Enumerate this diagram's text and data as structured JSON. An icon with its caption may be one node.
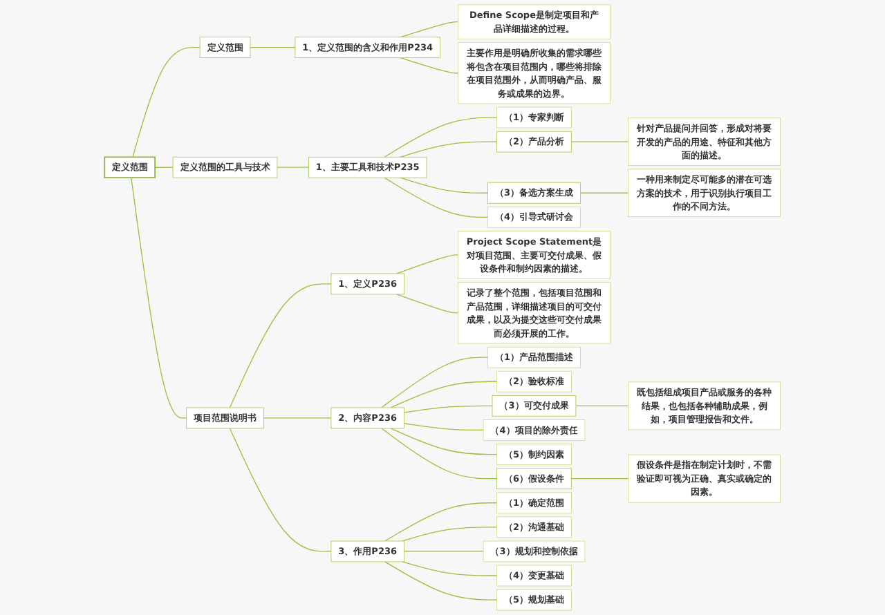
{
  "diagram": {
    "nodes": [
      {
        "text": [
          "定义范围"
        ]
      },
      {
        "text": [
          "定义范围"
        ]
      },
      {
        "text": [
          "1、定义范围的含义和作用P234"
        ]
      },
      {
        "text": [
          "Define Scope是制定项目和产品详细描述的过程。"
        ]
      },
      {
        "text": [
          "主要作用是明确所收集的需求哪些将包含在项目范围内，哪些将排除在项目范围外，从而明确产品、服务或成果的边界。"
        ]
      },
      {
        "text": [
          "定义范围的工具与技术"
        ]
      },
      {
        "text": [
          "1、主要工具和技术P235"
        ]
      },
      {
        "text": [
          "（1）专家判断"
        ]
      },
      {
        "text": [
          "（2）产品分析"
        ]
      },
      {
        "text": [
          "针对产品提问并回答，形成对将要开发的产品的用途、特征和其他方面的描述。"
        ]
      },
      {
        "text": [
          "（3）备选方案生成"
        ]
      },
      {
        "text": [
          "一种用来制定尽可能多的潜在可选方案的技术，用于识别执行项目工作的不同方法。"
        ]
      },
      {
        "text": [
          "（4）引导式研讨会"
        ]
      },
      {
        "text": [
          "项目范围说明书"
        ]
      },
      {
        "text": [
          "1、定义P236"
        ]
      },
      {
        "text": [
          "Project Scope Statement是对项目范围、主要可交付成果、假设条件和制约因素的描述。"
        ]
      },
      {
        "text": [
          "记录了整个范围，包括项目范围和产品范围，详细描述项目的可交付成果，以及为提交这些可交付成果而必须开展的工作。"
        ]
      },
      {
        "text": [
          "2、内容P236"
        ]
      },
      {
        "text": [
          "（1）产品范围描述"
        ]
      },
      {
        "text": [
          "（2）验收标准"
        ]
      },
      {
        "text": [
          "（3）可交付成果"
        ]
      },
      {
        "text": [
          "既包括组成项目产品或服务的各种结果，也包括各种辅助成果，例如，项目管理报告和文件。"
        ]
      },
      {
        "text": [
          "（4）项目的除外责任"
        ]
      },
      {
        "text": [
          "（5）制约因素"
        ]
      },
      {
        "text": [
          "（6）假设条件"
        ]
      },
      {
        "text": [
          "假设条件是指在制定计划时，不需验证即可视为正确、真实或确定的因素。"
        ]
      },
      {
        "text": [
          "3、作用P236"
        ]
      },
      {
        "text": [
          "（1）确定范围"
        ]
      },
      {
        "text": [
          "（2）沟通基础"
        ]
      },
      {
        "text": [
          "（3）规划和控制依据"
        ]
      },
      {
        "text": [
          "（4）变更基础"
        ]
      },
      {
        "text": [
          "（5）规划基础"
        ]
      }
    ],
    "edges": [
      {
        "from": 0,
        "to": 1,
        "arrow": "none"
      },
      {
        "from": 1,
        "to": 2,
        "arrow": "none"
      },
      {
        "from": 2,
        "to": 3,
        "arrow": "none"
      },
      {
        "from": 2,
        "to": 4,
        "arrow": "none"
      },
      {
        "from": 0,
        "to": 5,
        "arrow": "none"
      },
      {
        "from": 5,
        "to": 6,
        "arrow": "none"
      },
      {
        "from": 6,
        "to": 7,
        "arrow": "none"
      },
      {
        "from": 6,
        "to": 8,
        "arrow": "none"
      },
      {
        "from": 8,
        "to": 9,
        "arrow": "none"
      },
      {
        "from": 6,
        "to": 10,
        "arrow": "none"
      },
      {
        "from": 10,
        "to": 11,
        "arrow": "none"
      },
      {
        "from": 6,
        "to": 12,
        "arrow": "none"
      },
      {
        "from": 0,
        "to": 13,
        "arrow": "none"
      },
      {
        "from": 13,
        "to": 14,
        "arrow": "none"
      },
      {
        "from": 14,
        "to": 15,
        "arrow": "none"
      },
      {
        "from": 14,
        "to": 16,
        "arrow": "none"
      },
      {
        "from": 13,
        "to": 17,
        "arrow": "none"
      },
      {
        "from": 17,
        "to": 18,
        "arrow": "none"
      },
      {
        "from": 17,
        "to": 19,
        "arrow": "none"
      },
      {
        "from": 17,
        "to": 20,
        "arrow": "none"
      },
      {
        "from": 20,
        "to": 21,
        "arrow": "none"
      },
      {
        "from": 17,
        "to": 22,
        "arrow": "none"
      },
      {
        "from": 17,
        "to": 23,
        "arrow": "none"
      },
      {
        "from": 17,
        "to": 24,
        "arrow": "none"
      },
      {
        "from": 24,
        "to": 25,
        "arrow": "none"
      },
      {
        "from": 13,
        "to": 26,
        "arrow": "none"
      },
      {
        "from": 26,
        "to": 27,
        "arrow": "none"
      },
      {
        "from": 26,
        "to": 28,
        "arrow": "none"
      },
      {
        "from": 26,
        "to": 29,
        "arrow": "none"
      },
      {
        "from": 26,
        "to": 30,
        "arrow": "none"
      },
      {
        "from": 26,
        "to": 31,
        "arrow": "none"
      }
    ]
  }
}
